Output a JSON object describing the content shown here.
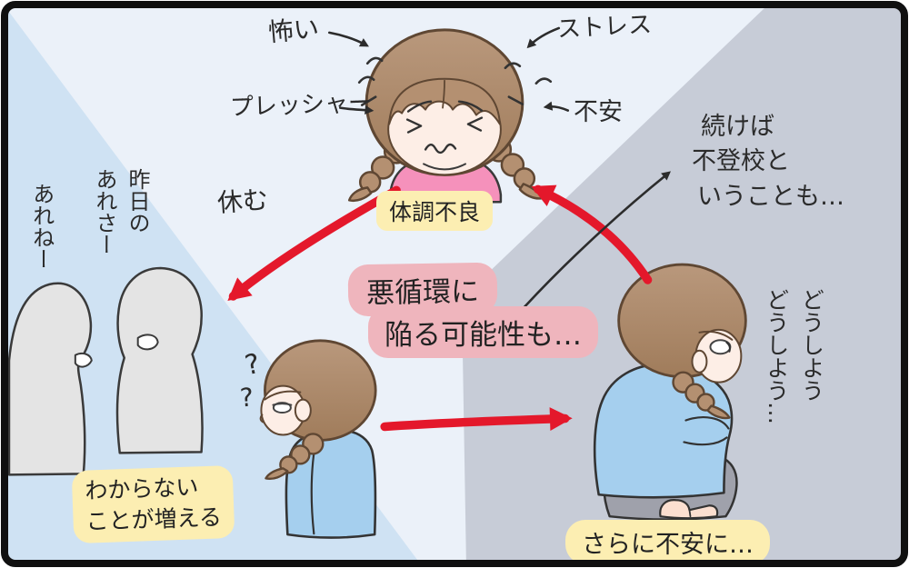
{
  "illustration": {
    "title_theme": "vicious cycle of anxiety (hand-drawn comic panel)",
    "labels": {
      "fear": "怖い",
      "stress": "ストレス",
      "pressure": "プレッシャー",
      "anxiety": "不安",
      "rest": "休む",
      "poor_condition": "体調不良",
      "if_continues_line1": "続けば",
      "if_continues_line2": "不登校と",
      "if_continues_line3": "いうことも…",
      "vicious_cycle_line1": "悪循環に",
      "vicious_cycle_line2": "陥る可能性も…",
      "chat_left": "あれねー",
      "chat_right": "昨日の\nあれさー",
      "question_mark_1": "?",
      "question_mark_2": "?",
      "not_understanding": "わからない\nことが増える",
      "worry": "どうしよう\nどうしよう…",
      "more_anxiety": "さらに不安に…"
    },
    "colors": {
      "background_left_blue": "#cfe2f3",
      "background_center_light": "#ebf1f9",
      "background_right_gray": "#c7ccd7",
      "highlight_yellow": "#fceeb2",
      "highlight_pink": "#efb5bd",
      "arrow_red": "#e4182b",
      "arrow_black": "#2c2c2c",
      "shirt_pink": "#f591bb",
      "shirt_blue": "#a5cfee",
      "pants_gray": "#9fa1ab",
      "hair_brown": "#b1906f",
      "frame_black": "#101010"
    }
  }
}
